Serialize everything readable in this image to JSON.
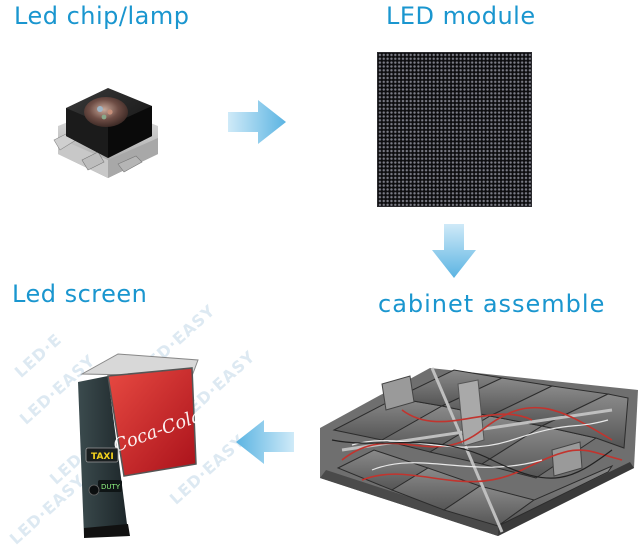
{
  "labels": {
    "chip": "Led chip/lamp",
    "module": "LED module",
    "screen": "Led screen",
    "cabinet": "cabinet  assemble"
  },
  "screen_text": {
    "brand": "Coca-Cola",
    "taxi": "TAXI",
    "duty": "DUTY"
  },
  "colors": {
    "label": "#1a96cf",
    "arrow_light": "#c8e8f7",
    "arrow_dark": "#58b2e0"
  },
  "icons": [
    "arrow-right-icon",
    "arrow-down-icon",
    "arrow-left-icon"
  ]
}
